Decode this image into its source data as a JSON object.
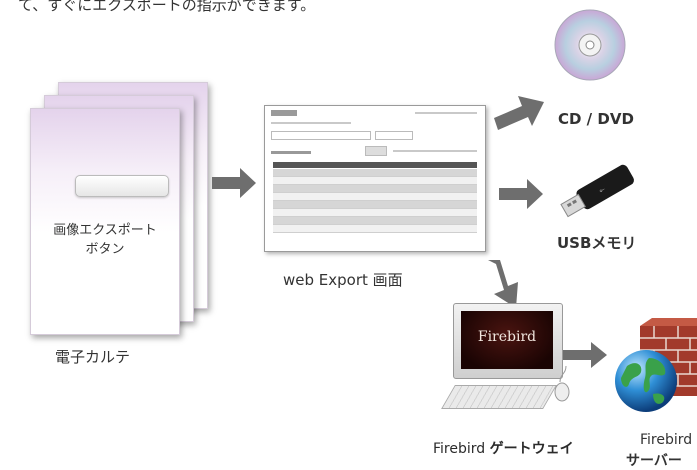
{
  "top_text": "て、すぐにエクスポートの指示ができます。",
  "karte": {
    "button_label_line1": "画像エクスポート",
    "button_label_line2": "ボタン",
    "caption": "電子カルテ"
  },
  "web_export": {
    "caption": "web Export 画面"
  },
  "targets": {
    "cd_dvd": "CD / DVD",
    "usb": "USBメモリ",
    "gateway_part1": "Firebird",
    "gateway_part2": "ゲートウェイ",
    "server_line1": "Firebird",
    "server_line2": "サーバー"
  },
  "monitor_logo": "Firebird",
  "colors": {
    "arrow": "#6e6e6e",
    "karte_tint": "#e4d3ec",
    "monitor_screen": "#3a0e0a"
  }
}
